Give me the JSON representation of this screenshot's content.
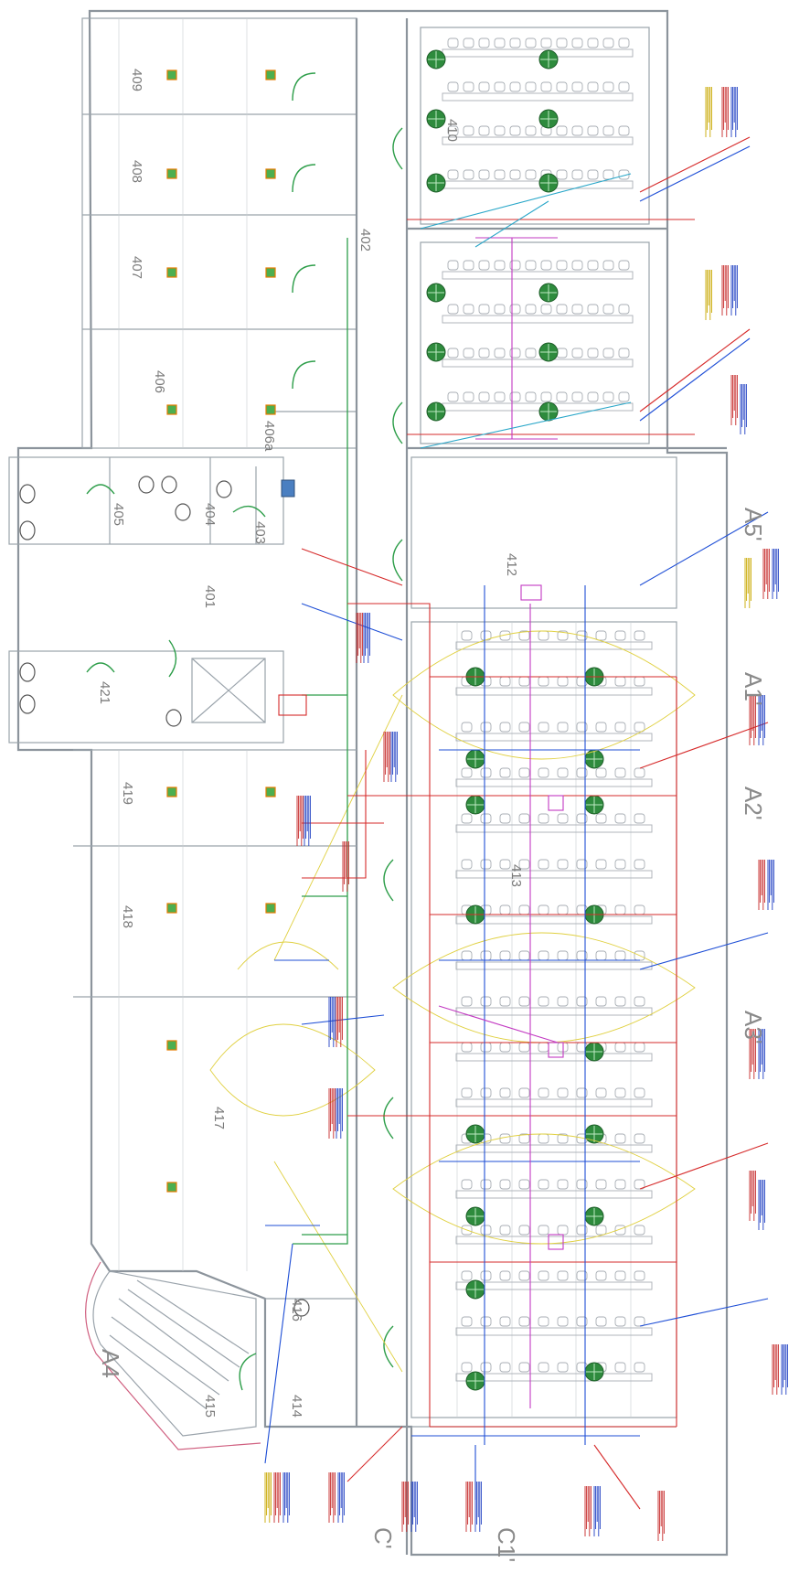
{
  "drawing": {
    "rooms": [
      {
        "id": "409"
      },
      {
        "id": "408"
      },
      {
        "id": "407"
      },
      {
        "id": "406"
      },
      {
        "id": "406a"
      },
      {
        "id": "405"
      },
      {
        "id": "404"
      },
      {
        "id": "403"
      },
      {
        "id": "402"
      },
      {
        "id": "401"
      },
      {
        "id": "421"
      },
      {
        "id": "419"
      },
      {
        "id": "418"
      },
      {
        "id": "417"
      },
      {
        "id": "416"
      },
      {
        "id": "415"
      },
      {
        "id": "414"
      },
      {
        "id": "412"
      },
      {
        "id": "413"
      },
      {
        "id": "410"
      }
    ],
    "axes": [
      {
        "label": "A5'"
      },
      {
        "label": "A1'"
      },
      {
        "label": "A2'"
      },
      {
        "label": "A3'"
      },
      {
        "label": "A4"
      },
      {
        "label": "C'"
      },
      {
        "label": "C1'"
      }
    ],
    "colors": {
      "supply_duct": "#d62b2b",
      "return_duct": "#1f4fd6",
      "exhaust_duct": "#c23ac2",
      "coverage": "#e0d040",
      "doors_and_units": "#2e9e4a",
      "walls": "#9aa3ab"
    }
  }
}
